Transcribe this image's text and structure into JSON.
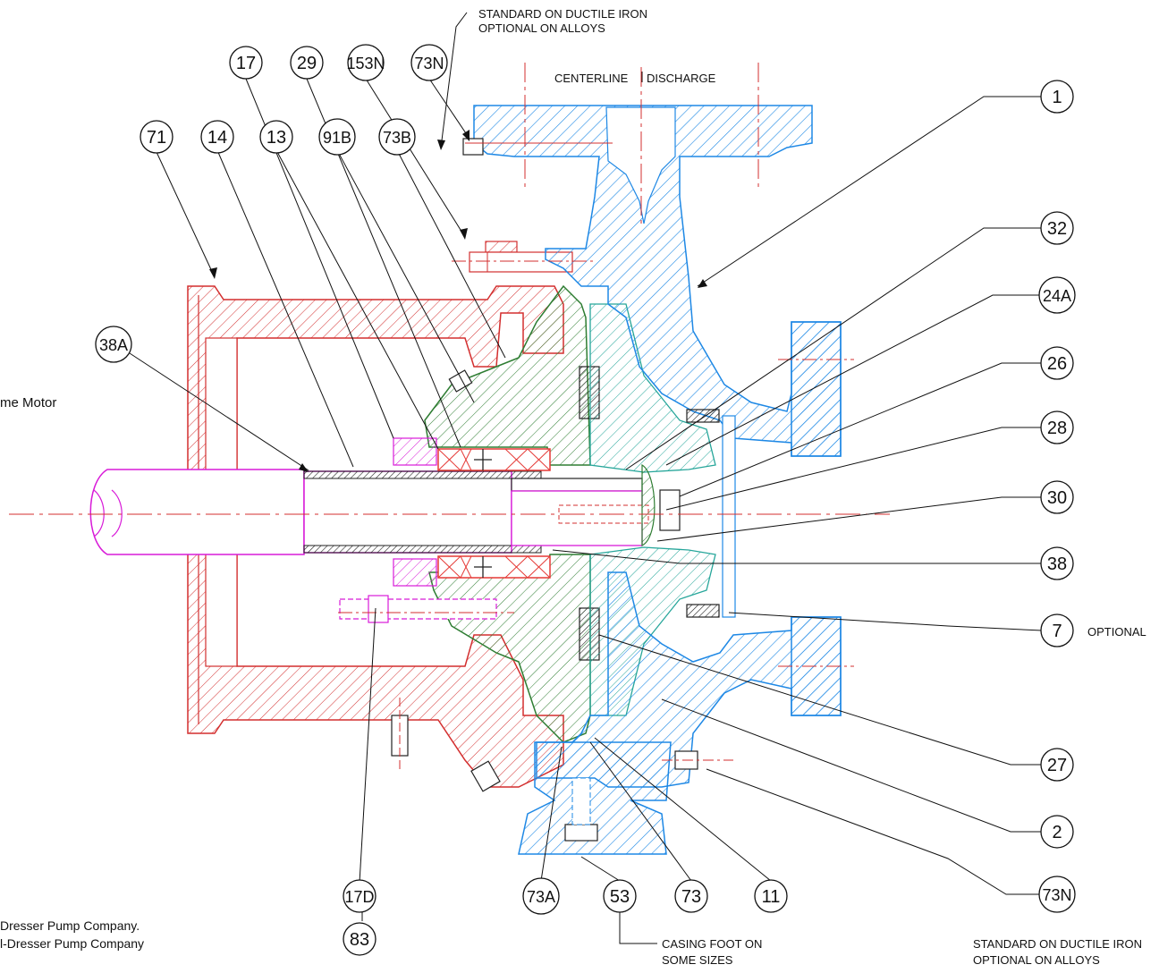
{
  "notes": {
    "top_standard_line1": "STANDARD ON DUCTILE IRON",
    "top_standard_line2": "OPTIONAL ON ALLOYS",
    "centerline_left": "CENTERLINE",
    "centerline_right": "DISCHARGE",
    "motor_fragment_1": "me Motor",
    "optional": "OPTIONAL",
    "casing_foot_line1": "CASING FOOT ON",
    "casing_foot_line2": "SOME SIZES",
    "bottom_standard_line1": "STANDARD ON DUCTILE IRON",
    "bottom_standard_line2": "OPTIONAL ON ALLOYS",
    "copyright_line1": "Dresser Pump Company.",
    "copyright_line2": "l-Dresser Pump Company"
  },
  "callouts": [
    {
      "id": "17",
      "label": "17"
    },
    {
      "id": "29",
      "label": "29"
    },
    {
      "id": "153N",
      "label": "153N"
    },
    {
      "id": "73N-top",
      "label": "73N"
    },
    {
      "id": "71",
      "label": "71"
    },
    {
      "id": "14",
      "label": "14"
    },
    {
      "id": "13",
      "label": "13"
    },
    {
      "id": "91B",
      "label": "91B"
    },
    {
      "id": "73B",
      "label": "73B"
    },
    {
      "id": "38A",
      "label": "38A"
    },
    {
      "id": "1",
      "label": "1"
    },
    {
      "id": "32",
      "label": "32"
    },
    {
      "id": "24A",
      "label": "24A"
    },
    {
      "id": "26",
      "label": "26"
    },
    {
      "id": "28",
      "label": "28"
    },
    {
      "id": "30",
      "label": "30"
    },
    {
      "id": "38",
      "label": "38"
    },
    {
      "id": "7",
      "label": "7"
    },
    {
      "id": "27",
      "label": "27"
    },
    {
      "id": "2",
      "label": "2"
    },
    {
      "id": "73N-bottom",
      "label": "73N"
    },
    {
      "id": "17D",
      "label": "17D"
    },
    {
      "id": "83",
      "label": "83"
    },
    {
      "id": "73A",
      "label": "73A"
    },
    {
      "id": "53",
      "label": "53"
    },
    {
      "id": "73",
      "label": "73"
    },
    {
      "id": "11",
      "label": "11"
    }
  ],
  "colors": {
    "casing": "#1e88e5",
    "motor_frame": "#d32f2f",
    "adapter": "#2e7d32",
    "shaft": "#d81bd8",
    "seal": "#e53935",
    "leader": "#111111"
  }
}
